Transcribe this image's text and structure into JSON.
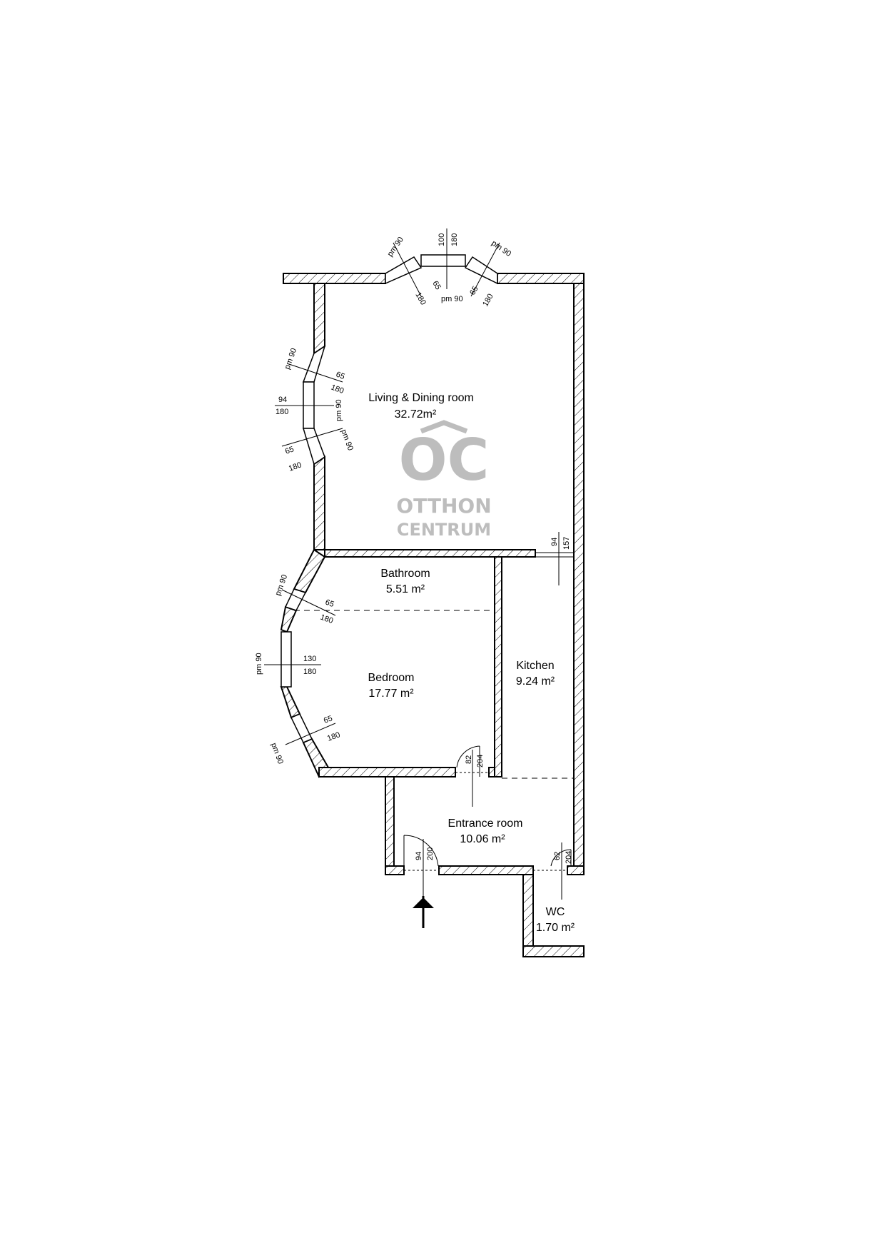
{
  "rooms": {
    "living": {
      "name": "Living & Dining room",
      "area": "32.72m²"
    },
    "bathroom": {
      "name": "Bathroom",
      "area": "5.51 m²"
    },
    "bedroom": {
      "name": "Bedroom",
      "area": "17.77 m²"
    },
    "kitchen": {
      "name": "Kitchen",
      "area": "9.24 m²"
    },
    "entrance": {
      "name": "Entrance room",
      "area": "10.06 m²"
    },
    "wc": {
      "name": "WC",
      "area": "1.70 m²"
    }
  },
  "openings": {
    "top_left": {
      "sill": "pm 90",
      "w": "65",
      "h": "180"
    },
    "top_center": {
      "sill": "pm 90",
      "w": "100",
      "h": "180"
    },
    "top_right": {
      "sill": "pm 90",
      "w": "65",
      "h": "180"
    },
    "left_upper": {
      "sill": "pm 90",
      "w": "65",
      "h": "180"
    },
    "left_middle": {
      "sill": "pm 90",
      "w": "94",
      "h": "180"
    },
    "left_lower": {
      "sill": "pm 90",
      "w": "65",
      "h": "180"
    },
    "bath_window": {
      "sill": "pm 90",
      "w": "65",
      "h": "180"
    },
    "bed_center": {
      "sill": "pm 90",
      "w": "130",
      "h": "180"
    },
    "bed_lower": {
      "sill": "pm 90",
      "w": "65",
      "h": "180"
    },
    "kitchen_pass": {
      "w": "94",
      "h": "157"
    },
    "bedroom_door": {
      "w": "82",
      "h": "204"
    },
    "entry_door": {
      "w": "94",
      "h": "200"
    },
    "wc_door": {
      "w": "62",
      "h": "204"
    }
  },
  "watermark": {
    "mark": "OC",
    "line1": "OTTHON",
    "line2": "CENTRUM"
  }
}
